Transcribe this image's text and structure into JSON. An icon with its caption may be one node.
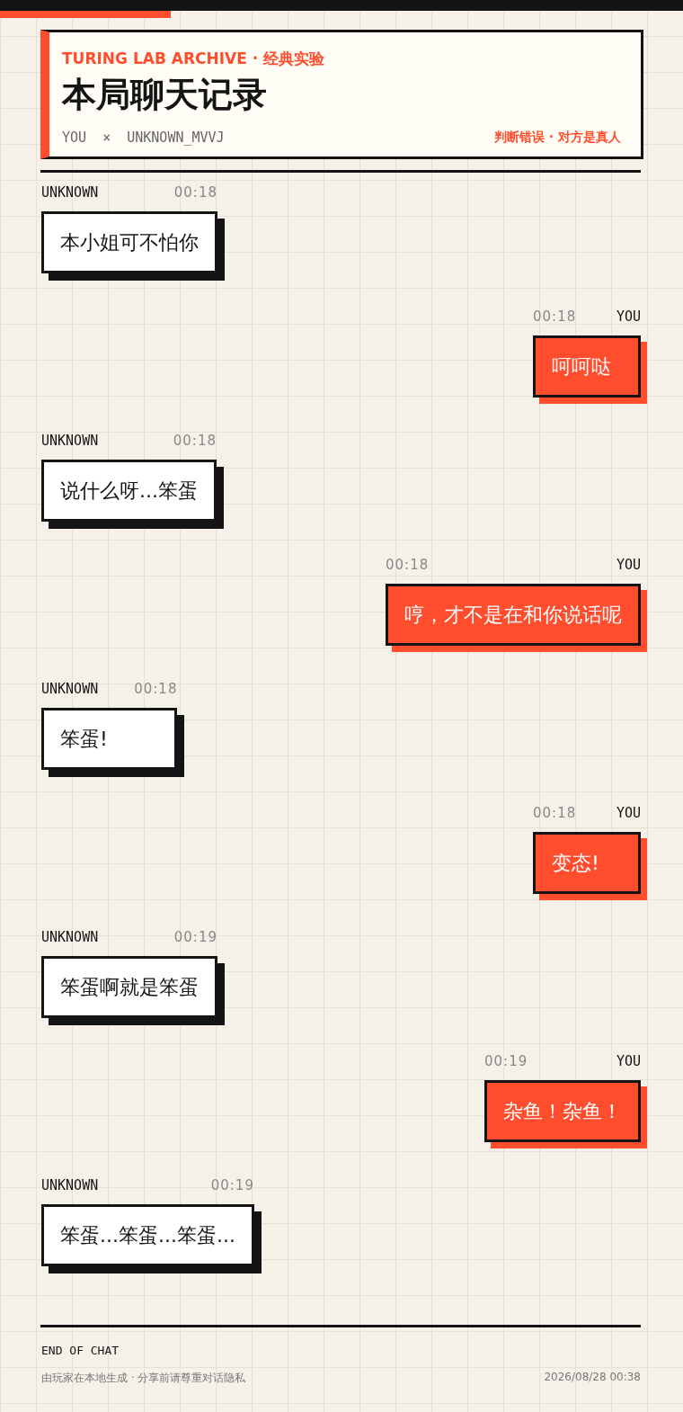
{
  "diagram": {
    "nodes": [
      {
        "text": [
          "TURING LAB ARCHIVE · 经典实验",
          "本局聊天记录",
          "YOU  ×  UNKNOWN_MVVJ",
          "判断错误 · 对方是真人"
        ]
      },
      {
        "text": [
          "本小姐可不怕你"
        ],
        "beside": [
          "UNKNOWN",
          "00:18"
        ]
      },
      {
        "text": [
          "呵呵哒"
        ],
        "beside": [
          "00:18",
          "YOU"
        ]
      },
      {
        "text": [
          "说什么呀...笨蛋"
        ],
        "beside": [
          "UNKNOWN",
          "00:18"
        ]
      },
      {
        "text": [
          "哼，才不是在和你说话呢"
        ],
        "beside": [
          "00:18",
          "YOU"
        ]
      },
      {
        "text": [
          "笨蛋!"
        ],
        "beside": [
          "UNKNOWN",
          "00:18"
        ]
      },
      {
        "text": [
          "变态!"
        ],
        "beside": [
          "00:18",
          "YOU"
        ]
      },
      {
        "text": [
          "笨蛋啊就是笨蛋"
        ],
        "beside": [
          "UNKNOWN",
          "00:19"
        ]
      },
      {
        "text": [
          "杂鱼！杂鱼！"
        ],
        "beside": [
          "00:19",
          "YOU"
        ]
      },
      {
        "text": [
          "笨蛋...笨蛋...笨蛋..."
        ],
        "beside": [
          "UNKNOWN",
          "00:19"
        ]
      }
    ],
    "labels": [
      "END OF CHAT",
      "由玩家在本地生成 · 分享前请尊重对话隐私",
      "2026/08/28 00:38"
    ]
  }
}
